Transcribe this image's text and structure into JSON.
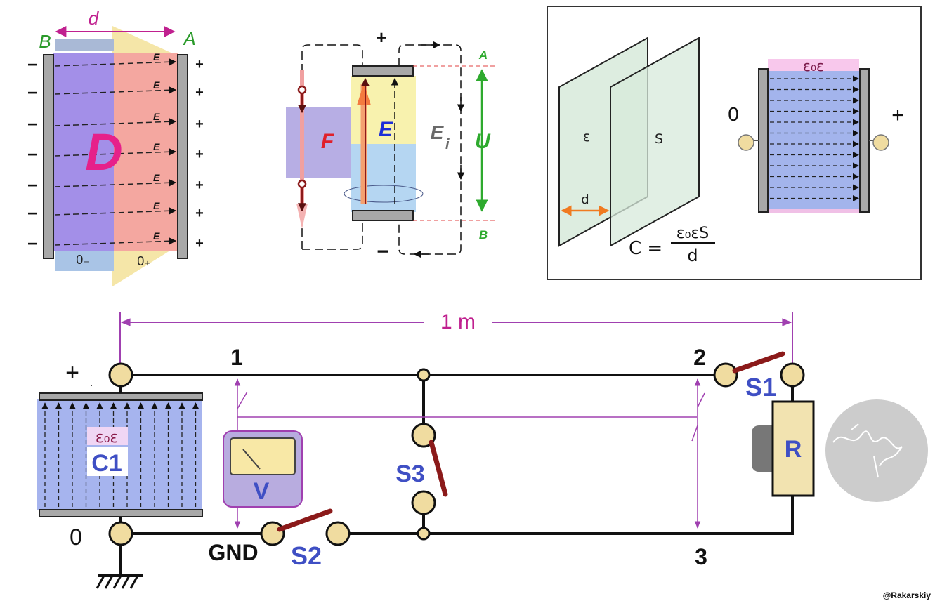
{
  "panel1": {
    "width_label": "d",
    "plate_left_label": "B",
    "plate_right_label": "A",
    "field_label": "E",
    "displacement_label": "D",
    "minus_sign": "−",
    "plus_sign": "+",
    "bottom_left_label": "0₋",
    "bottom_right_label": "0₊"
  },
  "panel2": {
    "top_sign": "+",
    "bottom_sign": "−",
    "force_label": "F",
    "field_label": "E",
    "internal_field_label": "E",
    "internal_field_subscript": "i",
    "voltage_label": "U",
    "point_a_label": "A",
    "point_b_label": "B"
  },
  "panel3": {
    "permittivity_label": "ε",
    "area_label": "S",
    "distance_label": "d",
    "formula_left": "C =",
    "formula_numerator": "ε₀εS",
    "formula_denominator": "d",
    "eps_label": "ε₀ε",
    "zero_terminal": "0",
    "plus_terminal": "+"
  },
  "circuit": {
    "length_label": "1 m",
    "node1_label": "1",
    "node2_label": "2",
    "node3_label": "3",
    "plus_label": "+",
    "dot_label": ".",
    "zero_label": "0",
    "capacitor_eps_label": "ε₀ε",
    "capacitor_label": "C1",
    "voltmeter_label": "V",
    "gnd_label": "GND",
    "switch1_label": "S1",
    "switch2_label": "S2",
    "switch3_label": "S3",
    "resistor_label": "R"
  },
  "watermark": "@Rakarskiy",
  "colors": {
    "magenta": "#c0208f",
    "purple_dim": "#9b3fae",
    "green": "#2eaa2e",
    "blue_label": "#3f4fc4",
    "red_label": "#e0202a",
    "switch_lever": "#8b1a1a",
    "terminal_fill": "#f0dca0"
  }
}
